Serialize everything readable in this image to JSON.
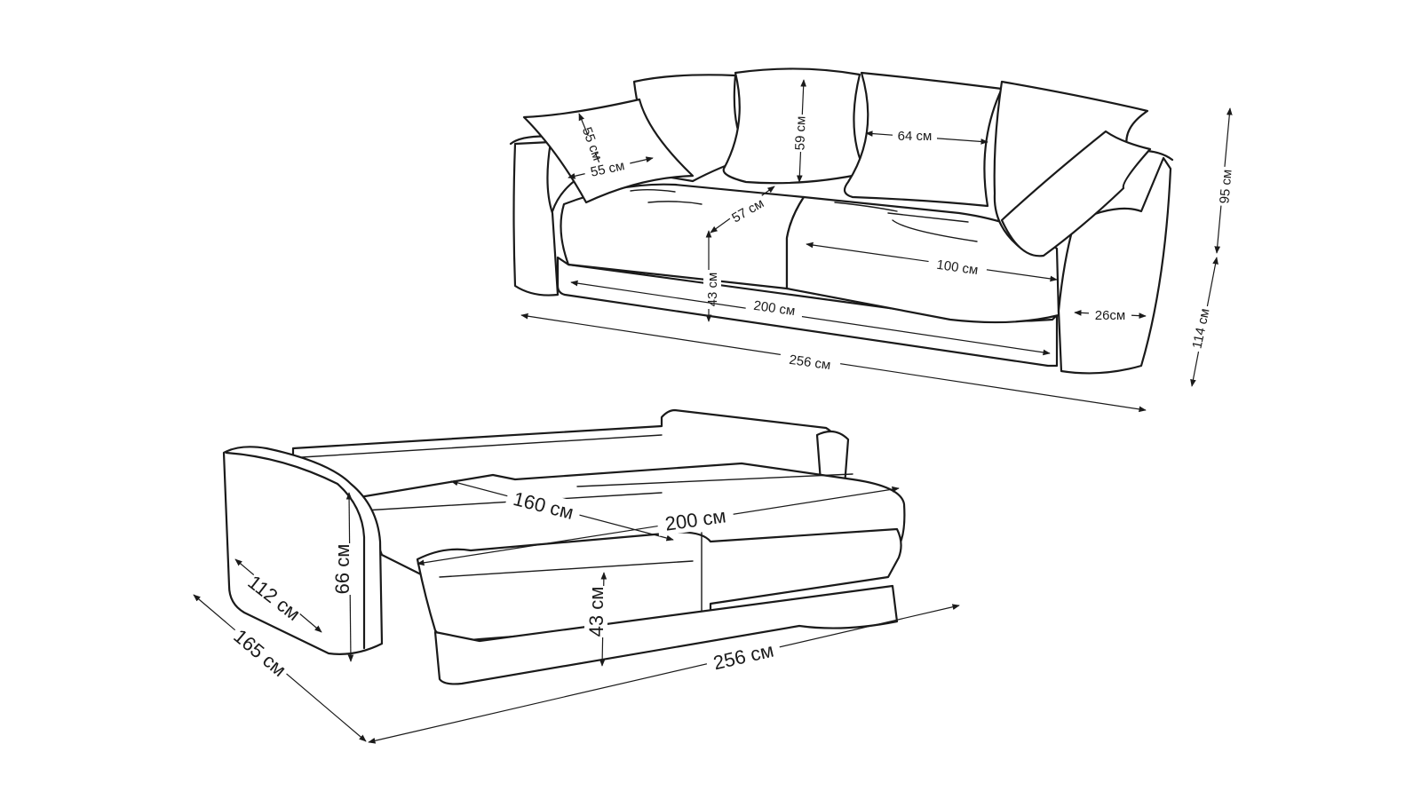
{
  "labels": {
    "top_pillow_side": "55 см",
    "top_pillow_width": "55 см",
    "top_cushion_height": "59 см",
    "top_cushion_width": "64 см",
    "top_seat_depth": "57 см",
    "top_seat_width": "100 см",
    "top_seat_height": "43 см",
    "top_seat_total": "200 см",
    "top_arm_width": "26см",
    "top_total_width": "256 см",
    "top_back_height": "95 см",
    "top_depth": "114 см",
    "bed_width": "160 см",
    "bed_length": "200 см",
    "bed_arm_height": "66 см",
    "bed_arm_depth": "112 см",
    "bed_depth": "165 см",
    "bed_seat_height": "43 см",
    "bed_total_width": "256 см"
  }
}
